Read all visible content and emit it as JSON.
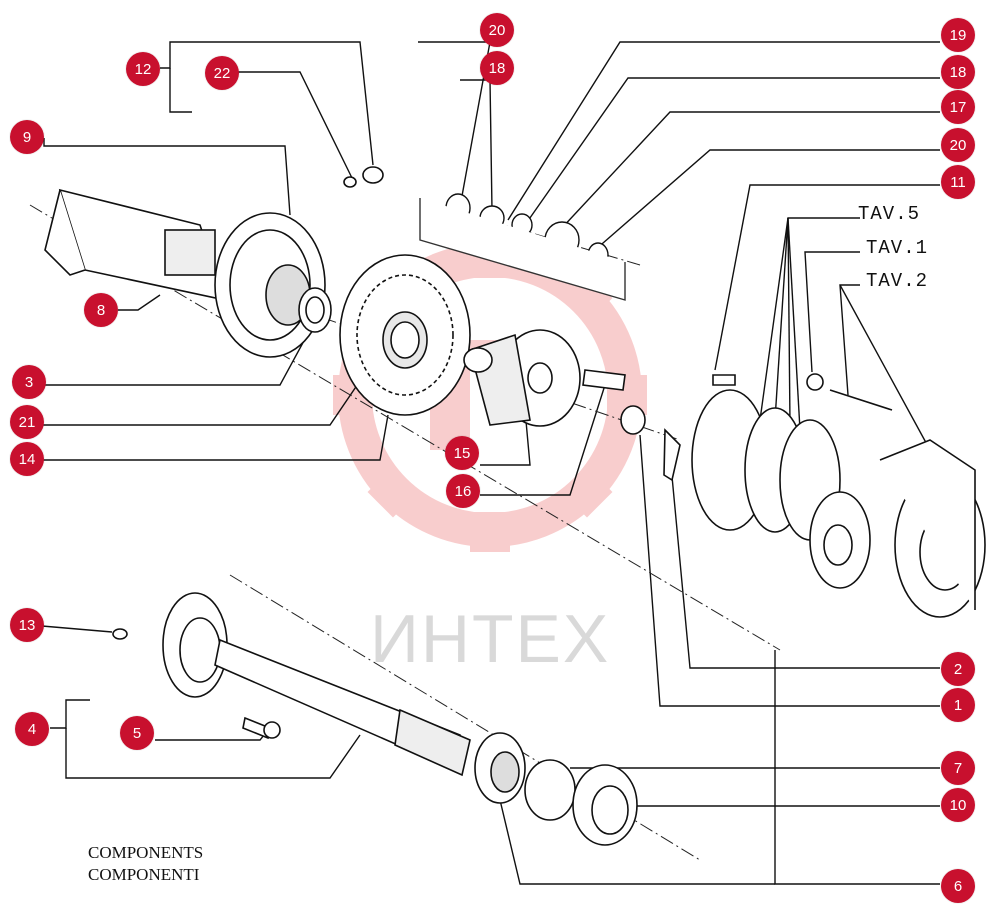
{
  "callout_color": "#c8102e",
  "callouts": [
    {
      "label": "12"
    },
    {
      "label": "22"
    },
    {
      "label": "9"
    },
    {
      "label": "8"
    },
    {
      "label": "3"
    },
    {
      "label": "21"
    },
    {
      "label": "14"
    },
    {
      "label": "20"
    },
    {
      "label": "18"
    },
    {
      "label": "15"
    },
    {
      "label": "16"
    },
    {
      "label": "19"
    },
    {
      "label": "18"
    },
    {
      "label": "17"
    },
    {
      "label": "20"
    },
    {
      "label": "11"
    },
    {
      "label": "13"
    },
    {
      "label": "4"
    },
    {
      "label": "5"
    },
    {
      "label": "2"
    },
    {
      "label": "1"
    },
    {
      "label": "7"
    },
    {
      "label": "10"
    },
    {
      "label": "6"
    }
  ],
  "table_refs": [
    "TAV.5",
    "TAV.1",
    "TAV.2"
  ],
  "caption": {
    "line1": "COMPONENTS",
    "line2": "COMPONENTI"
  },
  "watermark": {
    "text": "ИНТЕХ",
    "color": "#f4a5a5"
  }
}
